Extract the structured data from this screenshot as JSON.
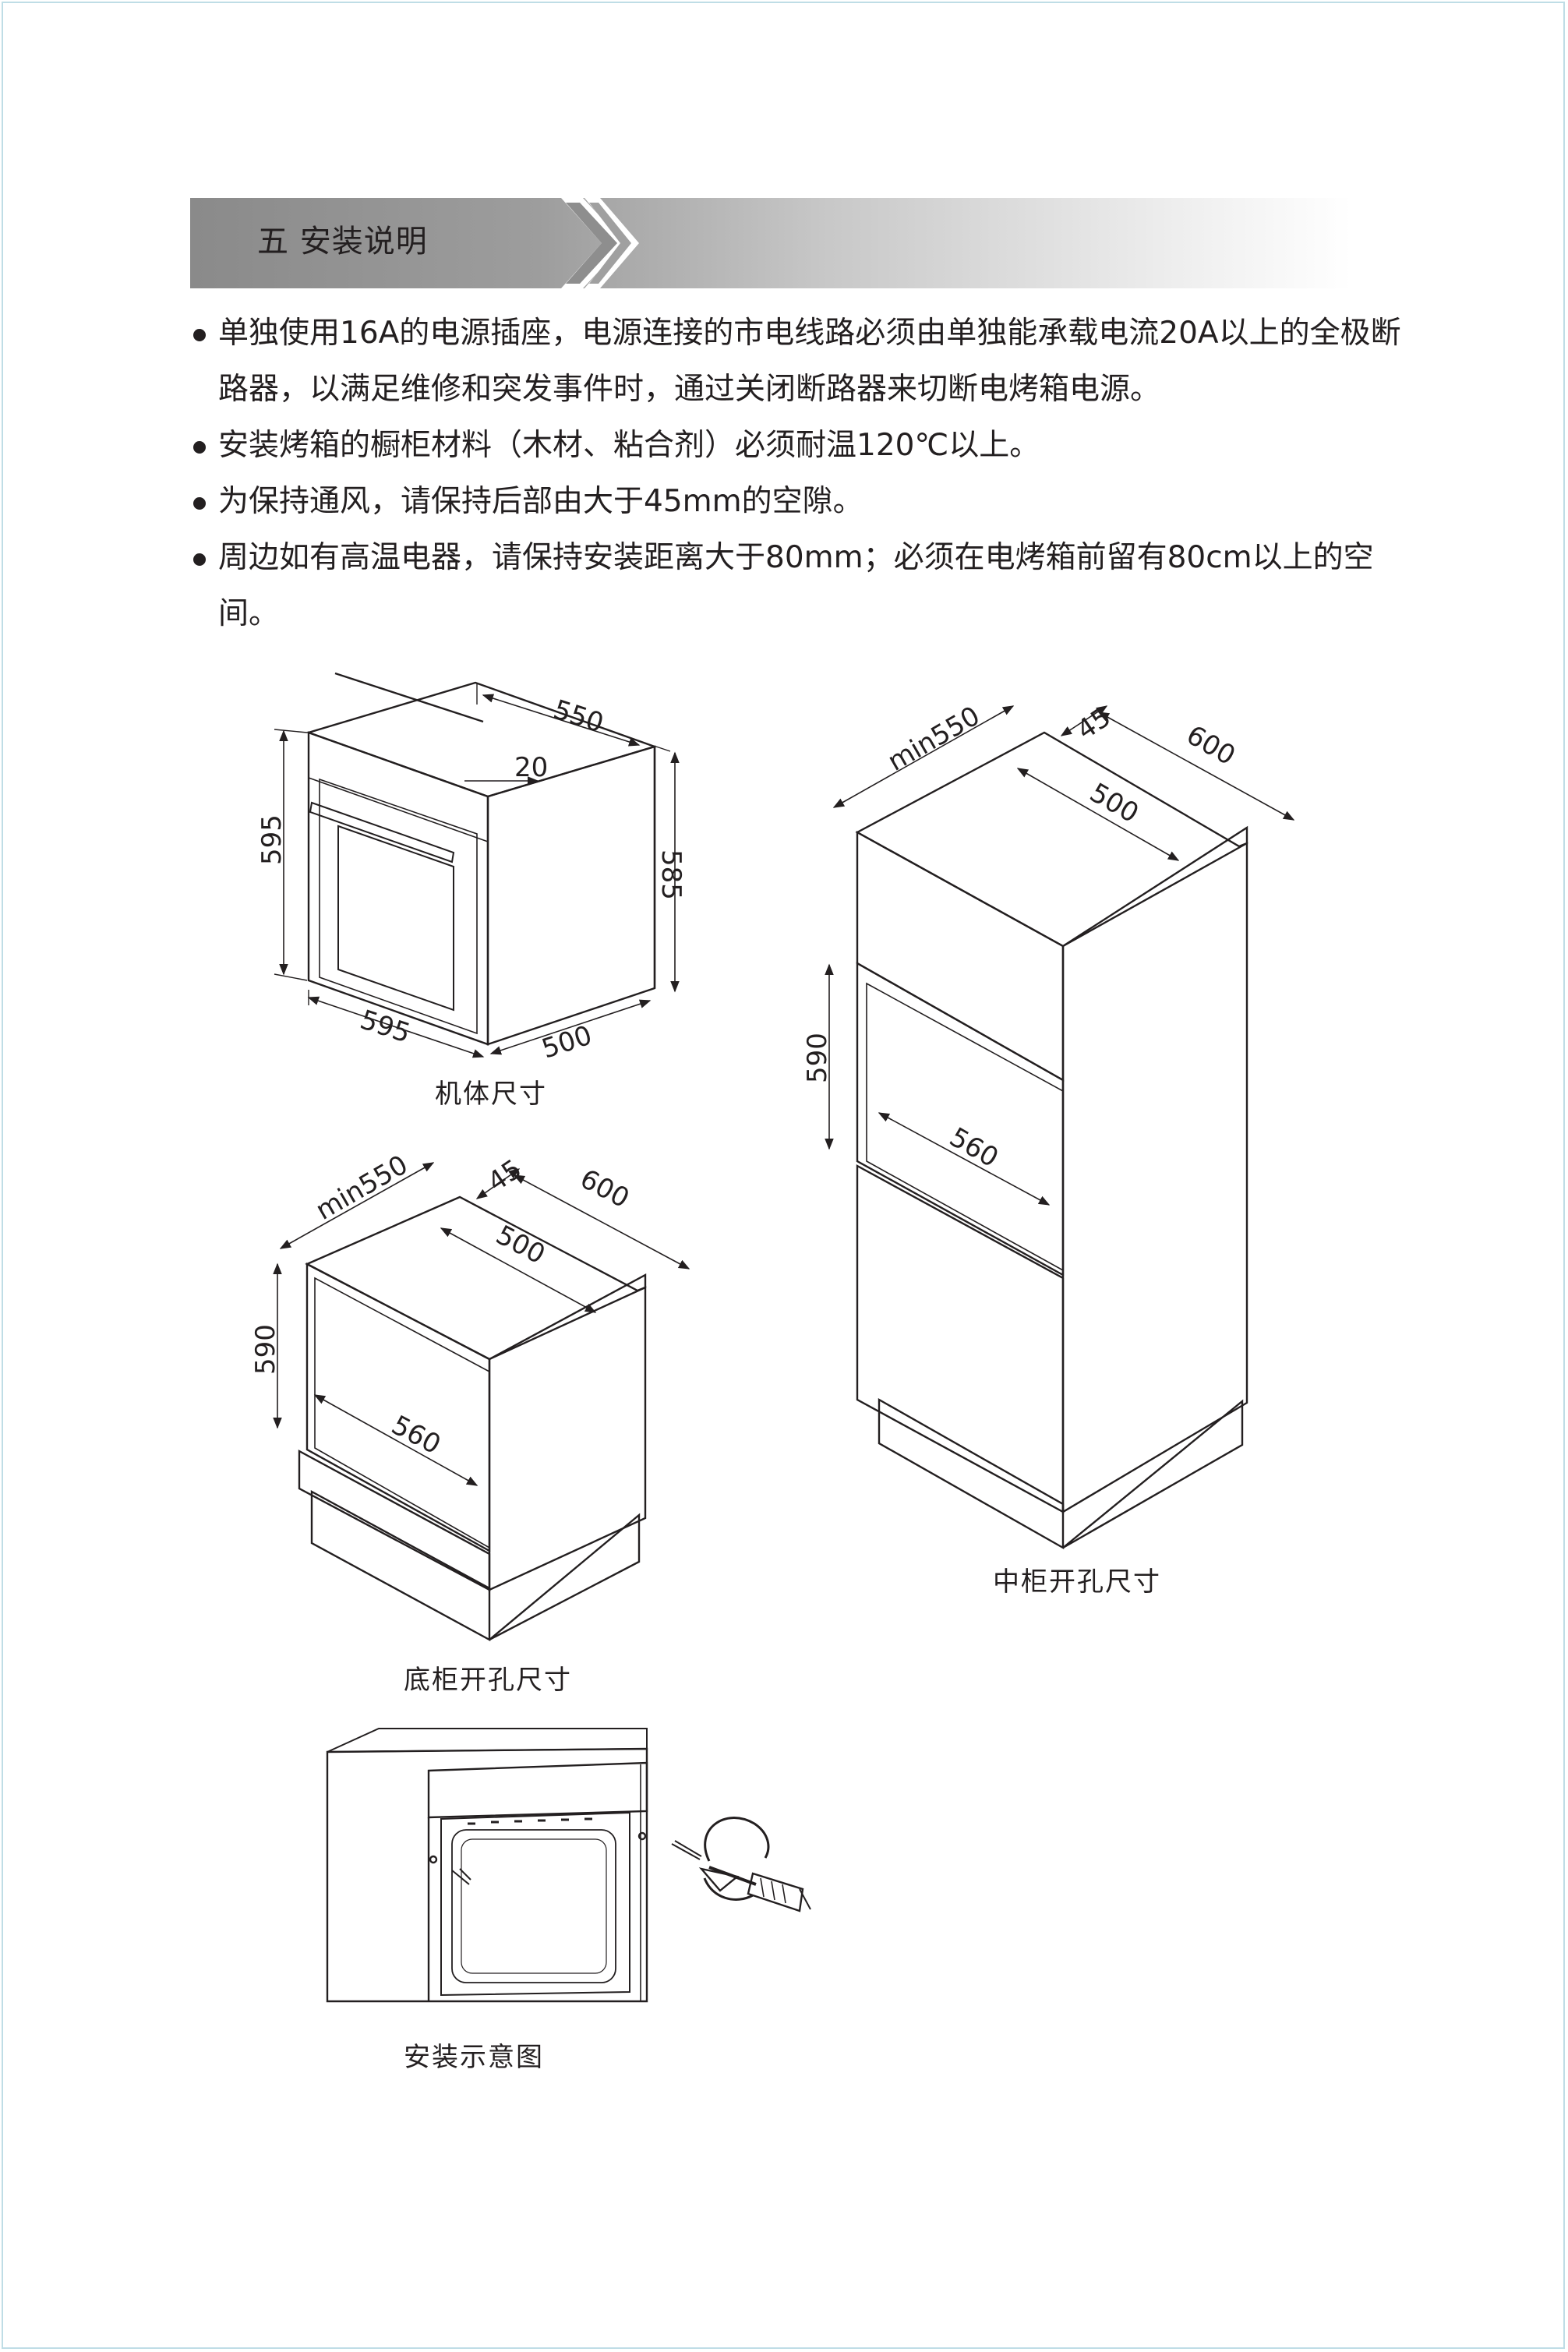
{
  "header": {
    "title": "五 安装说明"
  },
  "bullets": [
    "单独使用16A的电源插座，电源连接的市电线路必须由单独能承载电流20A以上的全极断路器，以满足维修和突发事件时，通过关闭断路器来切断电烤箱电源。",
    "安装烤箱的橱柜材料（木材、粘合剂）必须耐温120℃以上。",
    "为保持通风，请保持后部由大于45mm的空隙。",
    "周边如有高温电器，请保持安装距离大于80mm；必须在电烤箱前留有80cm以上的空间。"
  ],
  "figures": {
    "body_size": {
      "caption": "机体尺寸",
      "dims": {
        "width": "550",
        "top_offset": "20",
        "height_left": "595",
        "height_right": "585",
        "front_width": "595",
        "depth": "500"
      }
    },
    "middle_cabinet": {
      "caption": "中柜开孔尺寸",
      "dims": {
        "min_width": "min550",
        "gap": "45",
        "depth": "600",
        "inner_depth": "500",
        "height": "590",
        "width": "560"
      }
    },
    "bottom_cabinet": {
      "caption": "底柜开孔尺寸",
      "dims": {
        "min_width": "min550",
        "gap": "45",
        "depth": "600",
        "inner_depth": "500",
        "height": "590",
        "width": "560"
      }
    },
    "install": {
      "caption": "安装示意图"
    }
  }
}
